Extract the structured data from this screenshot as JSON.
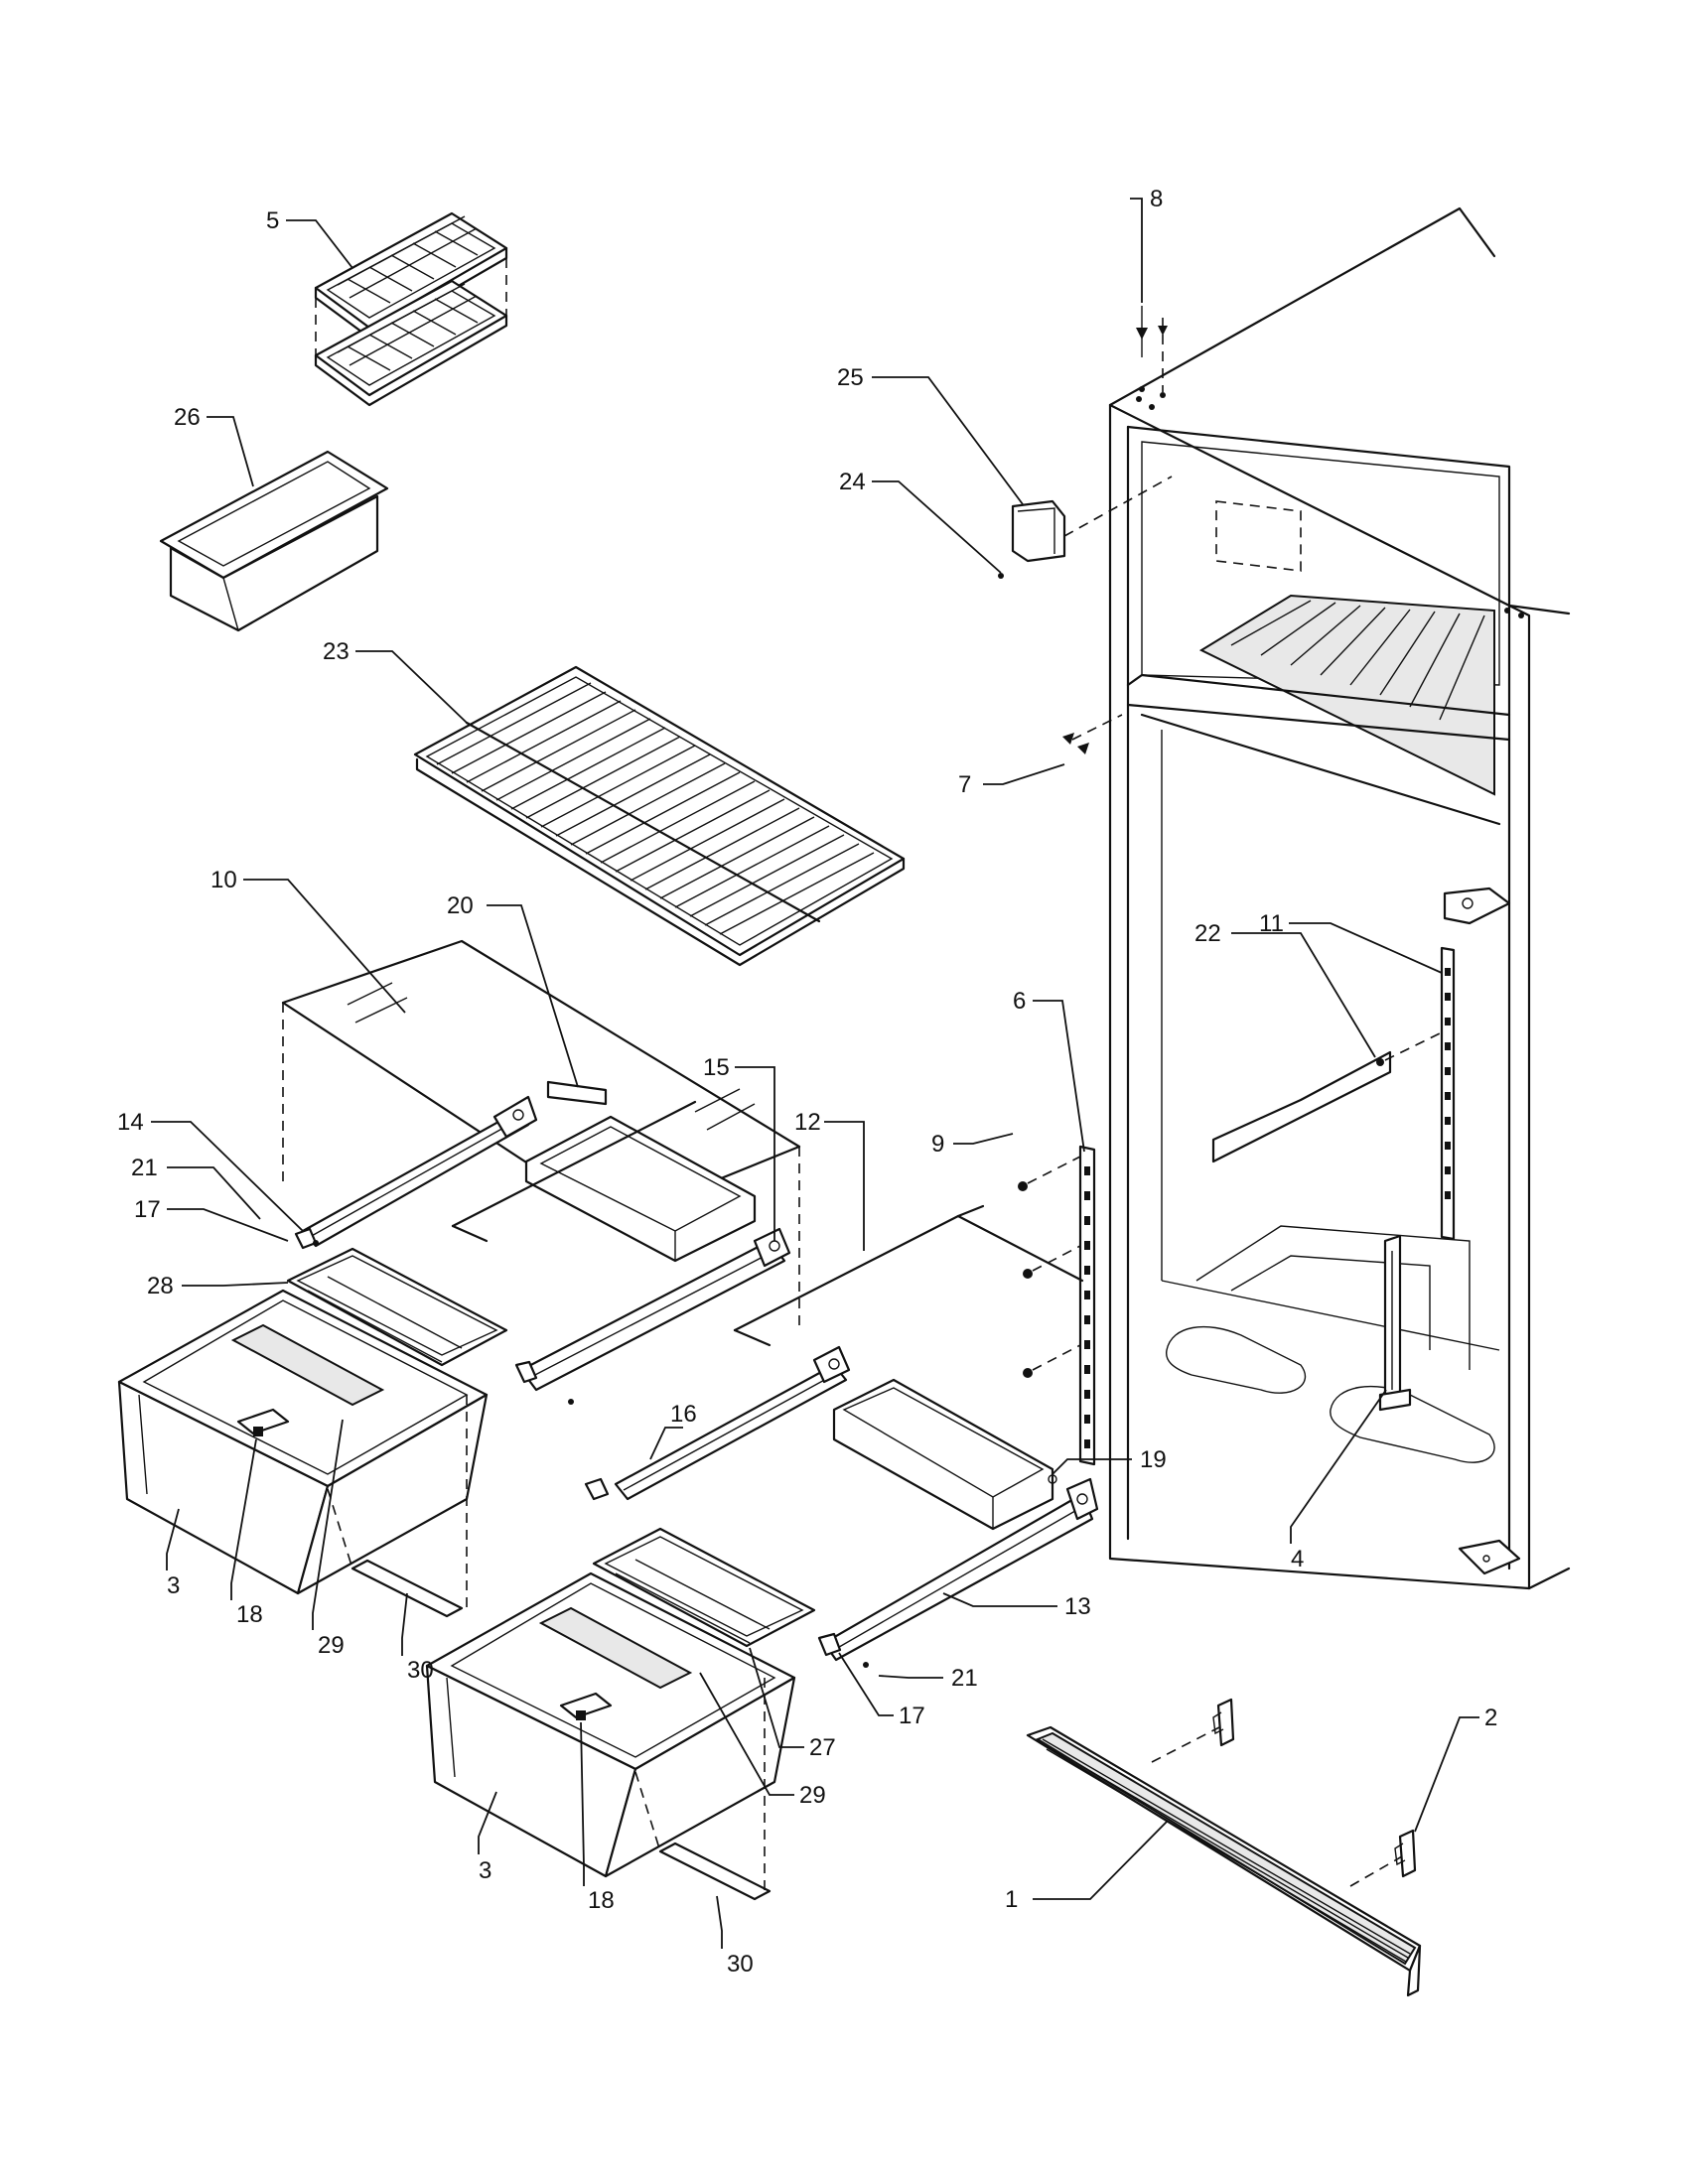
{
  "callouts": [
    {
      "id": "c1",
      "text": "1"
    },
    {
      "id": "c2",
      "text": "2"
    },
    {
      "id": "c3a",
      "text": "3"
    },
    {
      "id": "c3b",
      "text": "3"
    },
    {
      "id": "c4",
      "text": "4"
    },
    {
      "id": "c5",
      "text": "5"
    },
    {
      "id": "c6",
      "text": "6"
    },
    {
      "id": "c7",
      "text": "7"
    },
    {
      "id": "c8",
      "text": "8"
    },
    {
      "id": "c9",
      "text": "9"
    },
    {
      "id": "c10",
      "text": "10"
    },
    {
      "id": "c11",
      "text": "11"
    },
    {
      "id": "c12",
      "text": "12"
    },
    {
      "id": "c13",
      "text": "13"
    },
    {
      "id": "c14",
      "text": "14"
    },
    {
      "id": "c15",
      "text": "15"
    },
    {
      "id": "c16",
      "text": "16"
    },
    {
      "id": "c17a",
      "text": "17"
    },
    {
      "id": "c17b",
      "text": "17"
    },
    {
      "id": "c18a",
      "text": "18"
    },
    {
      "id": "c18b",
      "text": "18"
    },
    {
      "id": "c19",
      "text": "19"
    },
    {
      "id": "c20",
      "text": "20"
    },
    {
      "id": "c21a",
      "text": "21"
    },
    {
      "id": "c21b",
      "text": "21"
    },
    {
      "id": "c22",
      "text": "22"
    },
    {
      "id": "c23",
      "text": "23"
    },
    {
      "id": "c24",
      "text": "24"
    },
    {
      "id": "c25",
      "text": "25"
    },
    {
      "id": "c26",
      "text": "26"
    },
    {
      "id": "c27",
      "text": "27"
    },
    {
      "id": "c28",
      "text": "28"
    },
    {
      "id": "c29a",
      "text": "29"
    },
    {
      "id": "c29b",
      "text": "29"
    },
    {
      "id": "c30a",
      "text": "30"
    },
    {
      "id": "c30b",
      "text": "30"
    }
  ]
}
